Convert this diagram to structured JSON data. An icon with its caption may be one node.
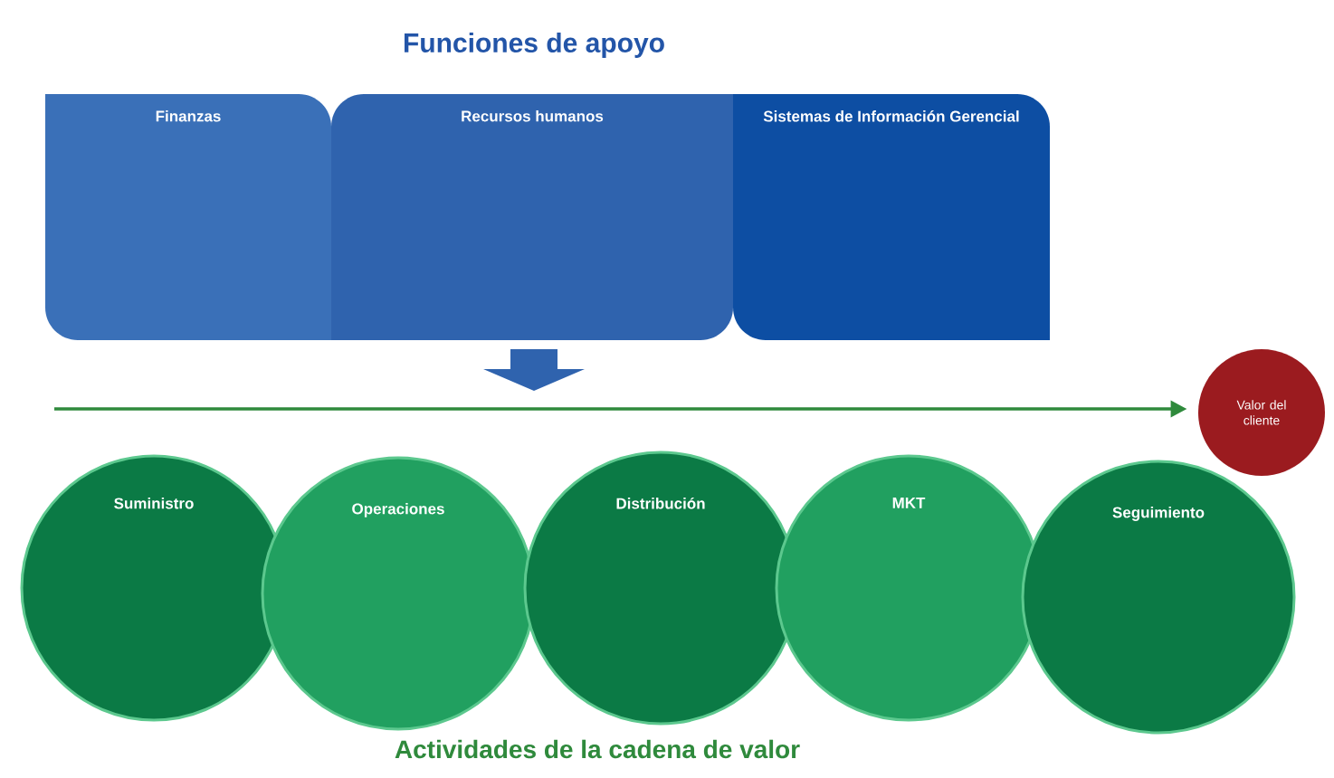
{
  "diagram": {
    "title": "Funciones de apoyo",
    "caption": "Actividades de la cadena de valor",
    "nodes": [
      {
        "text": [
          "Finanzas"
        ]
      },
      {
        "text": [
          "Recursos humanos"
        ]
      },
      {
        "text": [
          "Sistemas de Información Gerencial"
        ]
      },
      {
        "text": [
          "Valor del cliente"
        ]
      },
      {
        "text": [
          "Suministro"
        ]
      },
      {
        "text": [
          "Operaciones"
        ]
      },
      {
        "text": [
          "Distribución"
        ]
      },
      {
        "text": [
          "MKT"
        ]
      },
      {
        "text": [
          "Seguimiento"
        ]
      }
    ],
    "edges": [
      {
        "from": null,
        "to": 3,
        "arrow": "to"
      }
    ]
  }
}
